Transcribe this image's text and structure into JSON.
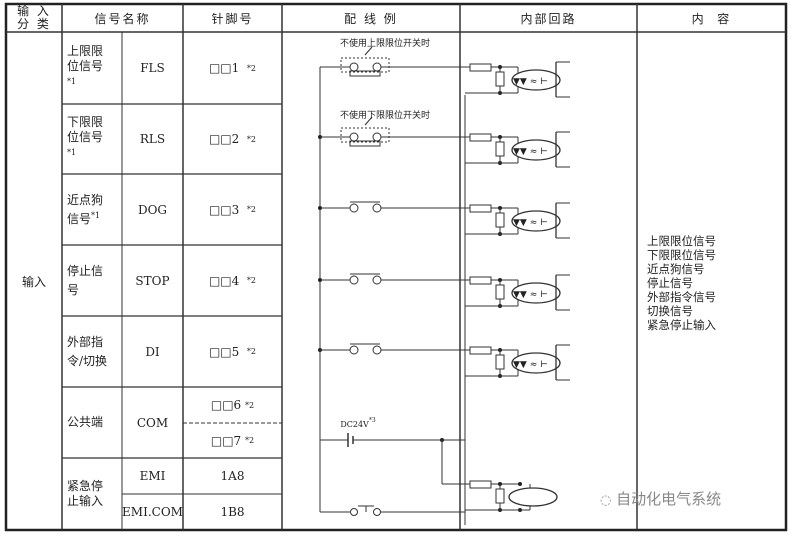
{
  "header": {
    "category": "输 入\n分 类",
    "signal_name": "信号名称",
    "pin": "针脚号",
    "wiring_example": "配 线 例",
    "internal_circuit": "内部回路",
    "content": "内  容"
  },
  "category_label": "输入",
  "rows": [
    {
      "cn": "上限限位信号",
      "note": "*1",
      "code": "FLS",
      "pin": "□□1",
      "pin_note": "*2"
    },
    {
      "cn": "下限限位信号",
      "note": "*1",
      "code": "RLS",
      "pin": "□□2",
      "pin_note": "*2"
    },
    {
      "cn": "近点狗信号",
      "note": "*1",
      "code": "DOG",
      "pin": "□□3",
      "pin_note": "*2"
    },
    {
      "cn": "停止信号",
      "note": "",
      "code": "STOP",
      "pin": "□□4",
      "pin_note": "*2"
    },
    {
      "cn": "外部指令/切换",
      "note": "",
      "code": "DI",
      "pin": "□□5",
      "pin_note": "*2"
    }
  ],
  "common": {
    "cn": "公共端",
    "code": "COM",
    "pins": [
      "□□6",
      "□□7"
    ],
    "pin_note": "*2"
  },
  "emergency": {
    "cn": "紧急停止输入",
    "codes": [
      "EMI",
      "EMI.COM"
    ],
    "pins": [
      "1A8",
      "1B8"
    ]
  },
  "wiring_notes": {
    "upper_unused": "不使用上限限位开关时",
    "lower_unused": "不使用下限限位开关时",
    "dc": "DC24V",
    "dc_note": "*3"
  },
  "content_lines": [
    "上限限位信号",
    "下限限位信号",
    "近点狗信号",
    "停止信号",
    "外部指令信号",
    "切换信号",
    "紧急停止输入"
  ],
  "watermark": "自动化电气系统"
}
